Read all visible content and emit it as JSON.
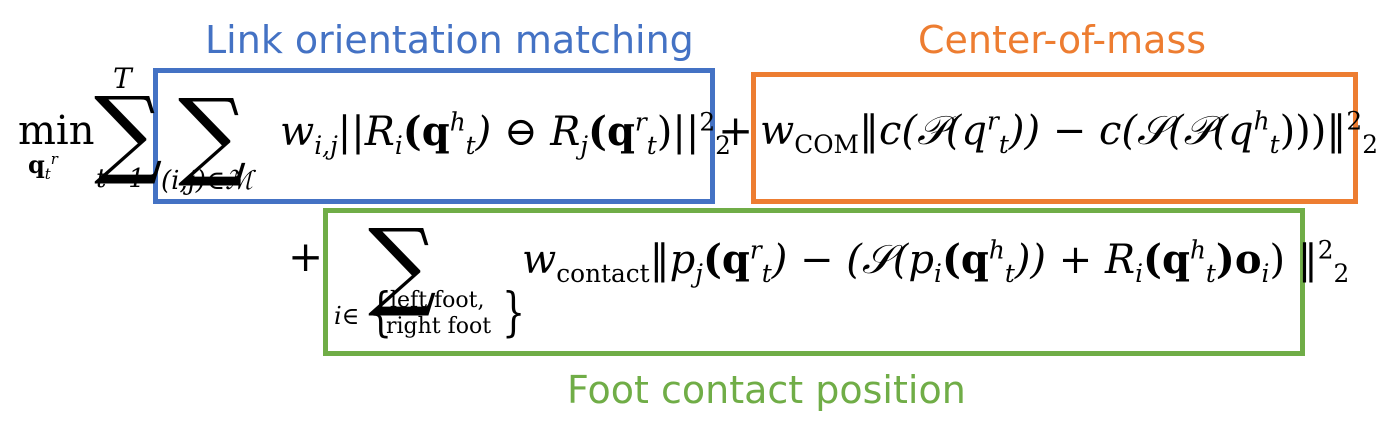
{
  "labels": {
    "link": "Link orientation matching",
    "com": "Center-of-mass",
    "foot": "Foot contact position"
  },
  "colors": {
    "link": "#4472c4",
    "com": "#ed7d31",
    "foot": "#70ad47"
  },
  "equation": {
    "min_word": "min",
    "min_sub": "q",
    "min_sub_t": "t",
    "min_sub_r": "r",
    "outer_sum_top": "T",
    "outer_sum_bottom": "t=1",
    "inner_sum_bottom": "(i,j)∈ℳ",
    "term1": "w",
    "term1_sub": "i,j",
    "term1_body": "||R",
    "term1_i": "i",
    "term1_arg1": "(q",
    "term1_h": "h",
    "term1_t": "t",
    "term1_mid": ") ⊖ R",
    "term1_j": "j",
    "term1_arg2": "(q",
    "term1_r": "r",
    "term1_t2": "t",
    "term1_close": ")||",
    "norm_sup": "2",
    "norm_sub": "2",
    "plus": "+",
    "term2_w": "w",
    "term2_sub": "COM",
    "term2_body": "‖c(𝒫(q",
    "term2_r": "r",
    "term2_t": "t",
    "term2_mid": ")) − c(𝒮(𝒫(q",
    "term2_h": "h",
    "term2_t2": "t",
    "term2_close": ")))‖",
    "foot_sum_set_prefix": "i∈",
    "foot_sum_set_1": "left foot,",
    "foot_sum_set_2": "right foot",
    "term3_w": "w",
    "term3_sub": "contact",
    "term3_body": "‖p",
    "term3_j": "j",
    "term3_a1": "(q",
    "term3_r": "r",
    "term3_t": "t",
    "term3_mid": ") − (𝒮(p",
    "term3_i": "i",
    "term3_a2": "(q",
    "term3_h": "h",
    "term3_t2": "t",
    "term3_mid2": ")) + R",
    "term3_i2": "i",
    "term3_a3": "(q",
    "term3_h2": "h",
    "term3_t3": "t",
    "term3_o": ")o",
    "term3_oi": "i",
    "term3_close": ") ‖"
  }
}
